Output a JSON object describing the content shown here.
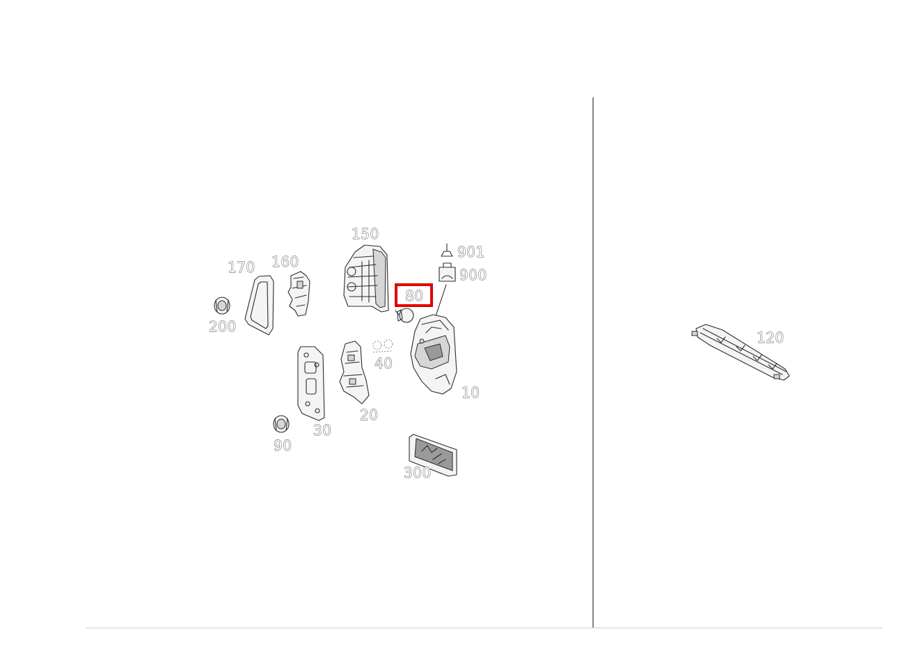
{
  "diagram": {
    "parts": [
      {
        "id": "p10",
        "label": "10",
        "highlighted": false
      },
      {
        "id": "p20",
        "label": "20",
        "highlighted": false
      },
      {
        "id": "p30",
        "label": "30",
        "highlighted": false
      },
      {
        "id": "p40",
        "label": "40",
        "highlighted": false
      },
      {
        "id": "p80",
        "label": "80",
        "highlighted": true
      },
      {
        "id": "p90",
        "label": "90",
        "highlighted": false
      },
      {
        "id": "p120",
        "label": "120",
        "highlighted": false
      },
      {
        "id": "p150",
        "label": "150",
        "highlighted": false
      },
      {
        "id": "p160",
        "label": "160",
        "highlighted": false
      },
      {
        "id": "p170",
        "label": "170",
        "highlighted": false
      },
      {
        "id": "p200",
        "label": "200",
        "highlighted": false
      },
      {
        "id": "p300",
        "label": "300",
        "highlighted": false
      },
      {
        "id": "p900",
        "label": "900",
        "highlighted": false
      },
      {
        "id": "p901",
        "label": "901",
        "highlighted": false
      }
    ],
    "colors": {
      "highlight": "#e00000",
      "ink": "#2b2b2b",
      "background": "#ffffff"
    },
    "icons": [
      "socket-icon-901",
      "connector-icon-900"
    ]
  }
}
